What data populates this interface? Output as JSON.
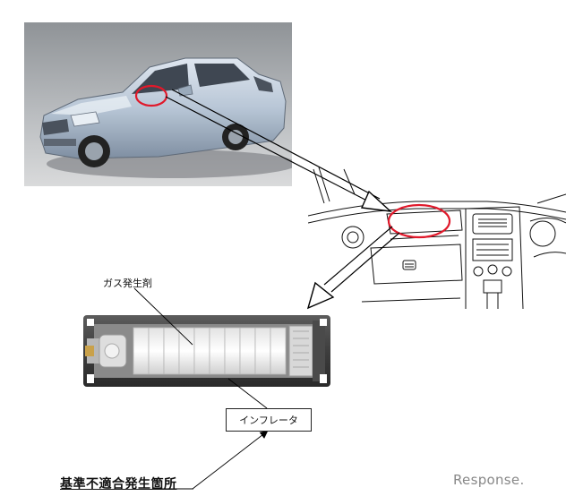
{
  "labels": {
    "gas_generant": "ガス発生剤",
    "inflator": "インフレータ",
    "caption": "基準不適合発生箇所"
  },
  "watermark": {
    "text": "Response."
  },
  "icons": [
    "car-photo",
    "dashboard-line-drawing",
    "inflator-cutaway"
  ],
  "colors": {
    "highlight_circle": "#e0192b",
    "arrow": "#000000"
  }
}
